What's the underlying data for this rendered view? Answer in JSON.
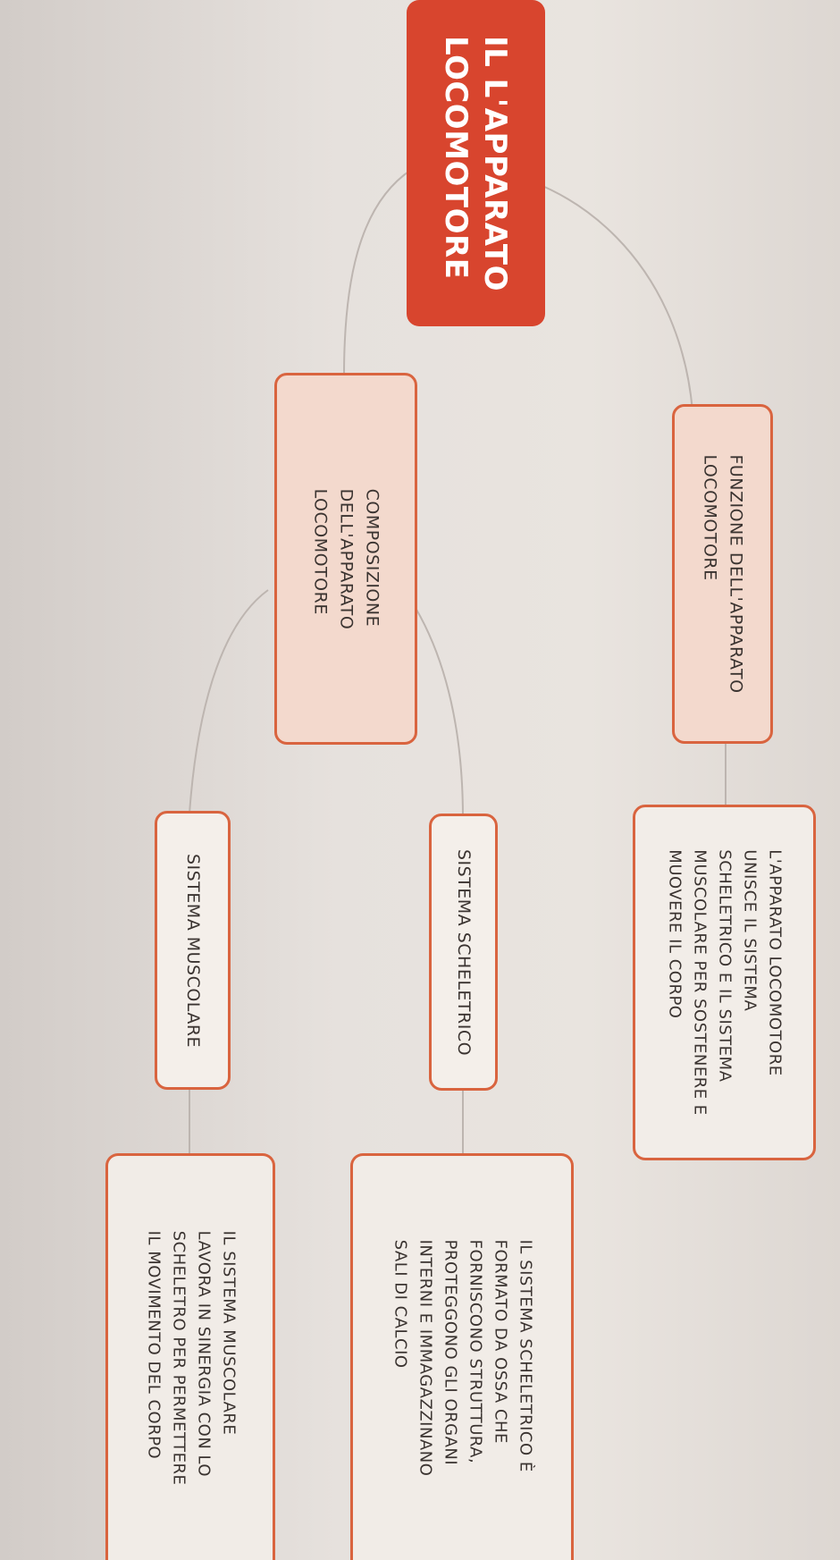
{
  "title": {
    "line1": "IL L'APPARATO",
    "line2": "LOCOMOTORE"
  },
  "nodes": {
    "funzione": "FUNZIONE DELL'APPARATO\nLOCOMOTORE",
    "composizione": "COMPOSIZIONE\nDELL'APPARATO\nLOCOMOTORE",
    "funzione_desc": "L'APPARATO LOCOMOTORE\nUNISCE IL SISTEMA\nSCHELETRICO E IL SISTEMA\nMUSCOLARE PER SOSTENERE E\nMUOVERE IL CORPO",
    "sistema_scheletrico": "SISTEMA SCHELETRICO",
    "sistema_muscolare": "SISTEMA MUSCOLARE",
    "scheletrico_desc": "IL SISTEMA SCHELETRICO È\nFORMATO DA OSSA CHE\nFORNISCONO STRUTTURA,\nPROTEGGONO GLI ORGANI\nINTERNI E IMMAGAZZINANO\nSALI DI CALCIO",
    "muscolare_desc": "IL SISTEMA MUSCOLARE\nLAVORA IN SINERGIA CON LO\nSCHELETRO PER PERMETTERE\nIL MOVIMENTO DEL CORPO"
  },
  "colors": {
    "title_fill": "#d8452e",
    "border": "#d9643f",
    "category_fill": "#f3d9cd",
    "leaf_fill": "#f4efea",
    "connector": "#bdb5b0"
  }
}
